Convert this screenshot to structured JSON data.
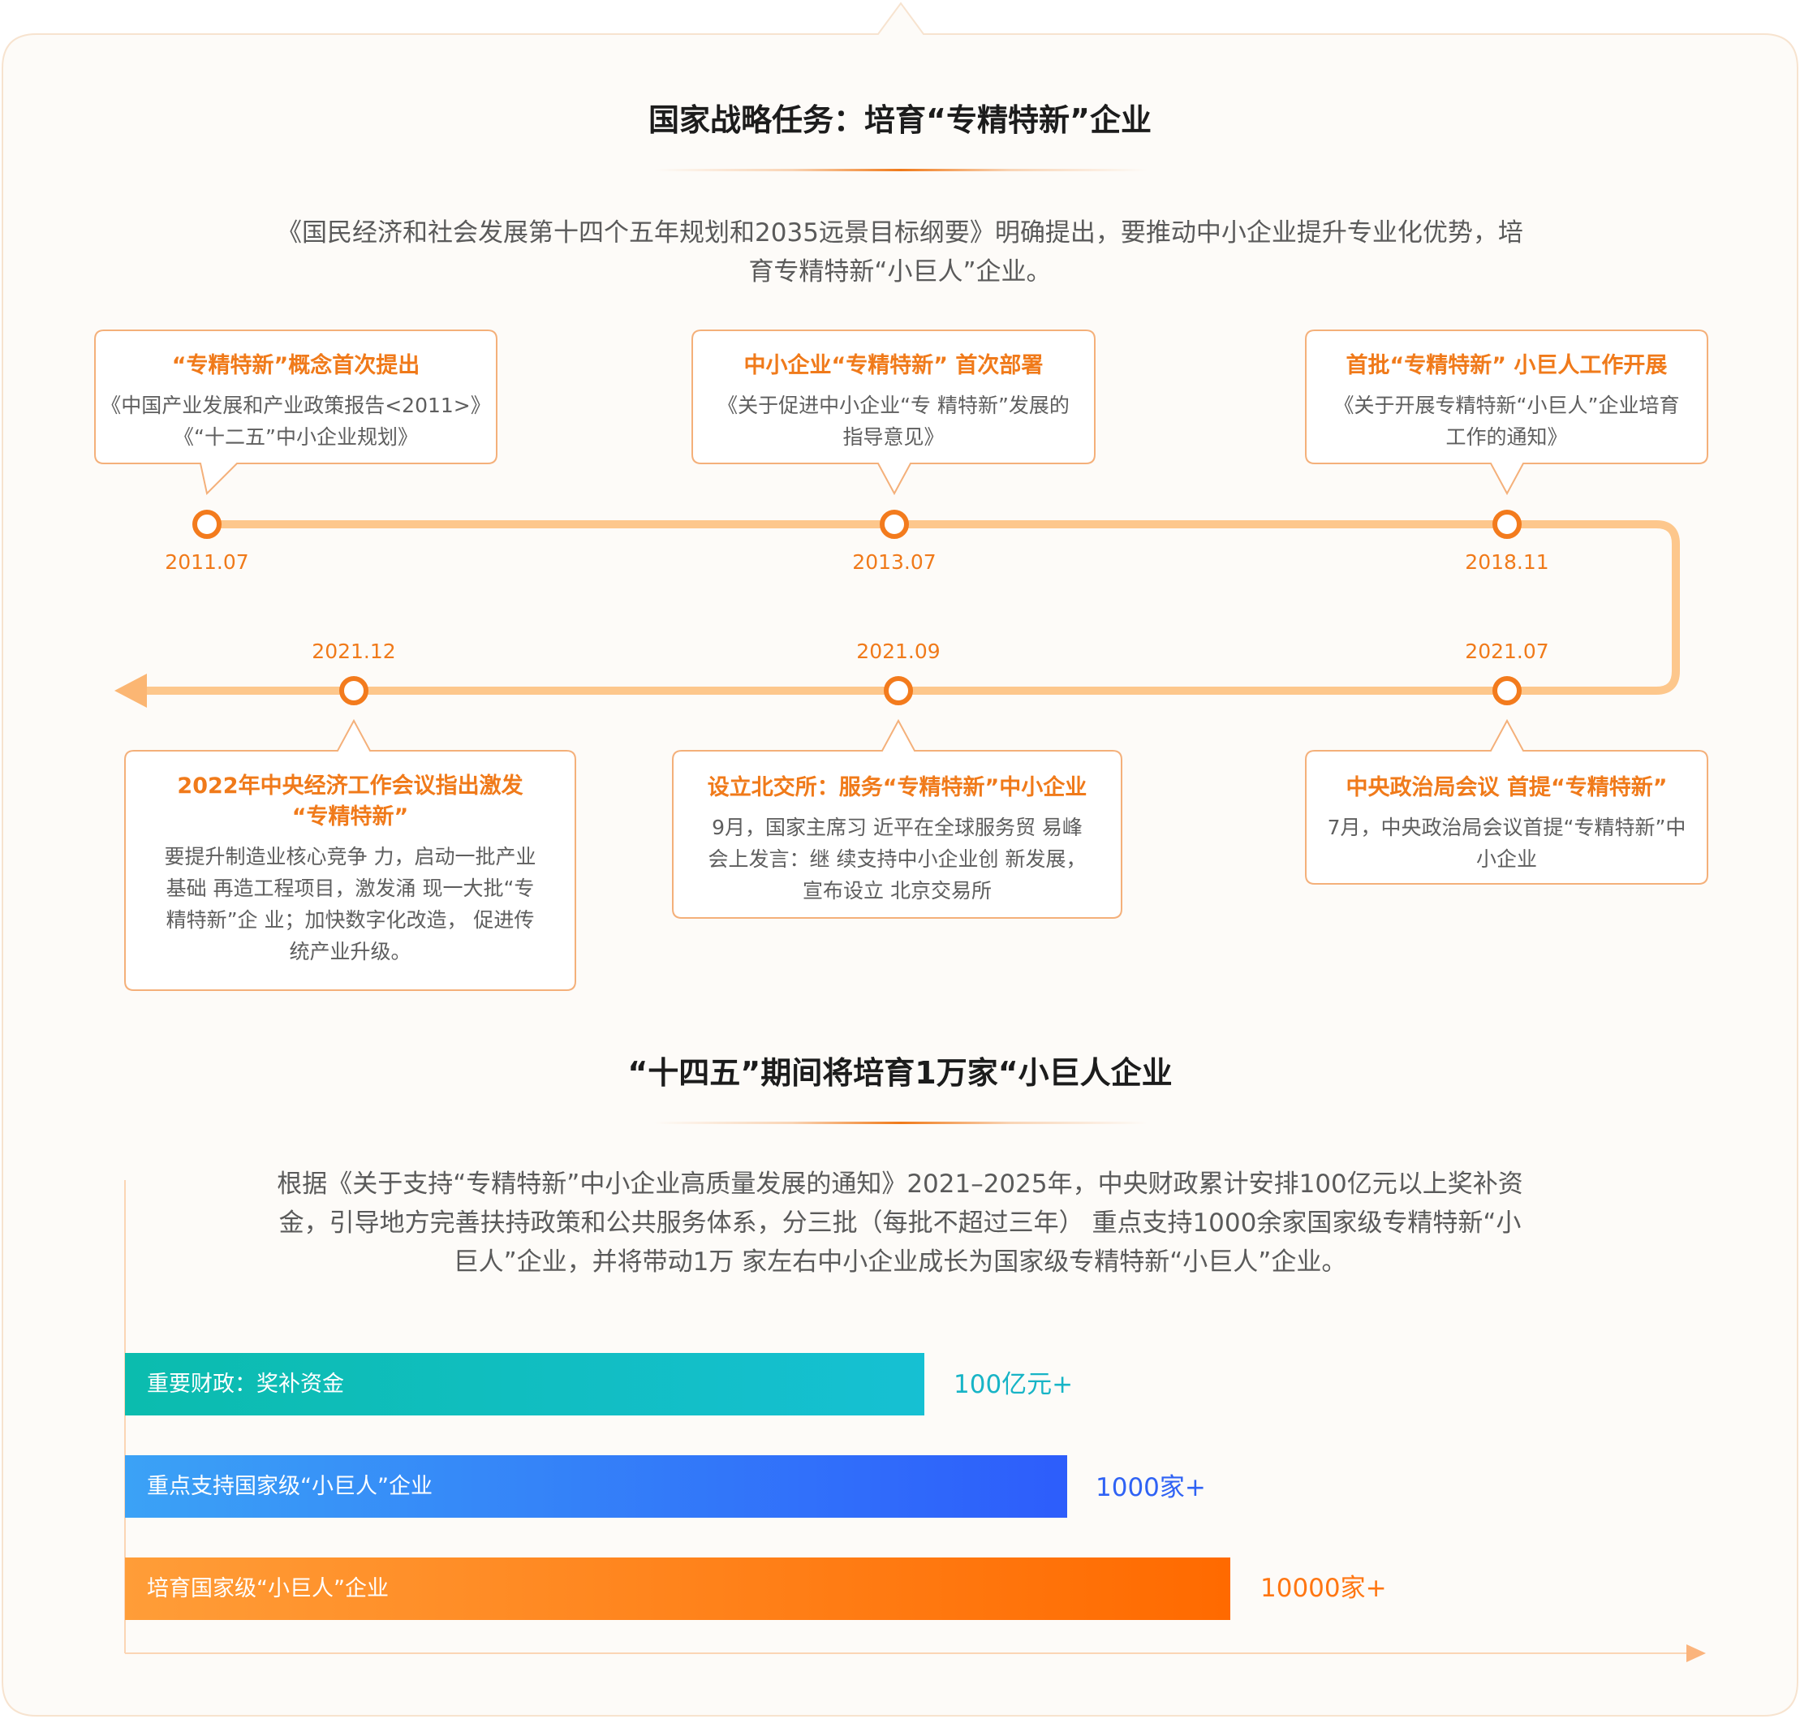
{
  "section1": {
    "title": "国家战略任务：培育“专精特新”企业",
    "intro_lines": [
      "《国民经济和社会发展第十四个五年规划和2035远景目标纲要》明确提出，要推动中小企业提升专业化优势，培",
      "育专精特新“小巨人”企业。"
    ]
  },
  "timeline": {
    "events": [
      {
        "date": "2011.07",
        "title": [
          "“专精特新”概念首次提出"
        ],
        "body": [
          "《中国产业发展和产业政策报告<2011>》",
          "《“十二五”中小企业规划》"
        ]
      },
      {
        "date": "2013.07",
        "title": [
          "中小企业“专精特新” 首次部署"
        ],
        "body": [
          "《关于促进中小企业“专 精特新”发展的",
          "指导意见》"
        ]
      },
      {
        "date": "2018.11",
        "title": [
          "首批“专精特新” 小巨人工作开展"
        ],
        "body": [
          "《关于开展专精特新“小巨人”企业培育",
          "工作的通知》"
        ]
      },
      {
        "date": "2021.07",
        "title": [
          "中央政治局会议 首提“专精特新”"
        ],
        "body": [
          "7月，中央政治局会议首提“专精特新”中",
          "小企业"
        ]
      },
      {
        "date": "2021.09",
        "title": [
          "设立北交所：服务“专精特新”中小企业"
        ],
        "body": [
          "9月，国家主席习 近平在全球服务贸 易峰",
          "会上发言：继 续支持中小企业创 新发展，",
          "宣布设立 北京交易所"
        ]
      },
      {
        "date": "2021.12",
        "title": [
          "2022年中央经济工作会议指出激发",
          "“专精特新”"
        ],
        "body": [
          "要提升制造业核心竞争 力，启动一批产业",
          "基础 再造工程项目，激发涌 现一大批“专",
          "精特新”企 业；加快数字化改造， 促进传",
          "统产业升级。"
        ]
      }
    ]
  },
  "section2": {
    "title": "“十四五”期间将培育1万家“小巨人企业",
    "intro_lines": [
      "根据《关于支持“专精特新”中小企业高质量发展的通知》2021–2025年，中央财政累计安排100亿元以上奖补资",
      "金，引导地方完善扶持政策和公共服务体系，分三批（每批不超过三年） 重点支持1000余家国家级专精特新“小",
      "巨人”企业，并将带动1万 家左右中小企业成长为国家级专精特新“小巨人”企业。"
    ]
  },
  "bars": [
    {
      "label": "重要财政：奖补资金",
      "value": "100亿元+",
      "color_from": "#0bbcae",
      "color_to": "#16c0d3",
      "value_color": "#17b4c6"
    },
    {
      "label": "重点支持国家级“小巨人”企业",
      "value": "1000家+",
      "color_from": "#3ba2f6",
      "color_to": "#2d5dfb",
      "value_color": "#2f62f4"
    },
    {
      "label": "培育国家级“小巨人”企业",
      "value": "10000家+",
      "color_from": "#ff9d38",
      "color_to": "#ff6a00",
      "value_color": "#ff7612"
    }
  ],
  "colors": {
    "accent": "#f07a1a",
    "title_text": "#1c1c1c",
    "body_text": "#5a5a5a",
    "timeline_line": "#fdc78c",
    "timeline_arrow": "#fbb673",
    "timeline_node": "#f37b1d",
    "box_border": "#f4b07a"
  }
}
